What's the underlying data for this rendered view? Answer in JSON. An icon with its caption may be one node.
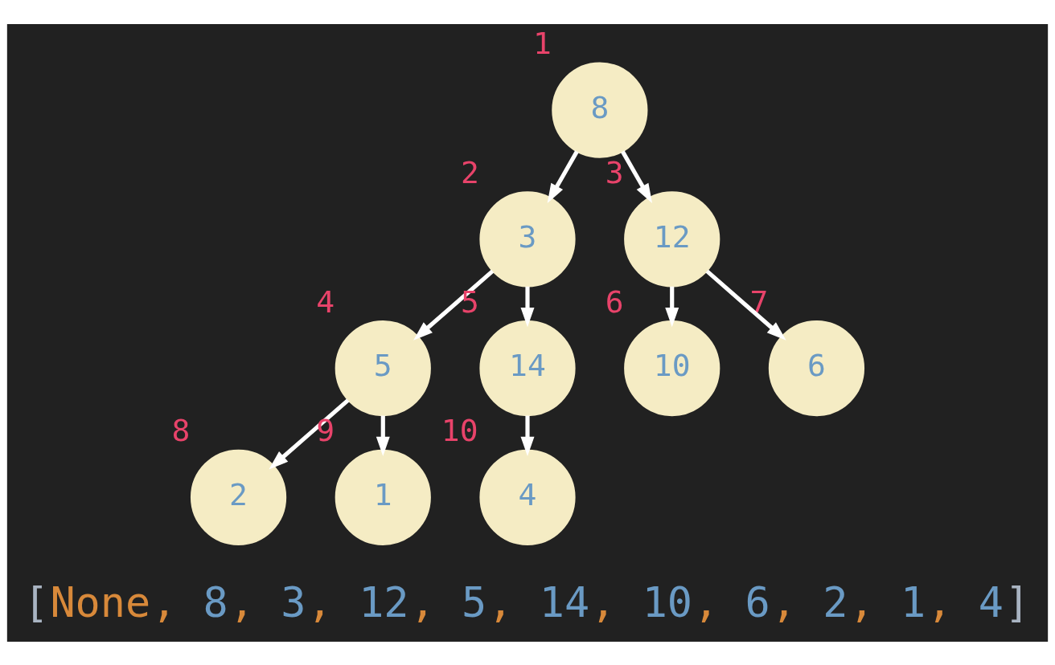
{
  "diagram": {
    "nodes": [
      {
        "text": [
          "8"
        ],
        "beside": [
          "1"
        ]
      },
      {
        "text": [
          "3"
        ],
        "beside": [
          "2"
        ]
      },
      {
        "text": [
          "12"
        ],
        "beside": [
          "3"
        ]
      },
      {
        "text": [
          "5"
        ],
        "beside": [
          "4"
        ]
      },
      {
        "text": [
          "14"
        ],
        "beside": [
          "5"
        ]
      },
      {
        "text": [
          "10"
        ],
        "beside": [
          "6"
        ]
      },
      {
        "text": [
          "6"
        ],
        "beside": [
          "7"
        ]
      },
      {
        "text": [
          "2"
        ],
        "beside": [
          "8"
        ]
      },
      {
        "text": [
          "1"
        ],
        "beside": [
          "9"
        ]
      },
      {
        "text": [
          "4"
        ],
        "beside": [
          "10"
        ]
      }
    ],
    "edges": [
      {
        "from": 0,
        "to": 1,
        "arrow": "to"
      },
      {
        "from": 0,
        "to": 2,
        "arrow": "to"
      },
      {
        "from": 1,
        "to": 3,
        "arrow": "to"
      },
      {
        "from": 1,
        "to": 4,
        "arrow": "to"
      },
      {
        "from": 2,
        "to": 5,
        "arrow": "to"
      },
      {
        "from": 2,
        "to": 6,
        "arrow": "to"
      },
      {
        "from": 3,
        "to": 7,
        "arrow": "to"
      },
      {
        "from": 3,
        "to": 8,
        "arrow": "to"
      },
      {
        "from": 4,
        "to": 9,
        "arrow": "to"
      }
    ],
    "labels": [
      "[None, 8, 3, 12, 5, 14, 10, 6, 2, 1, 4]"
    ]
  }
}
